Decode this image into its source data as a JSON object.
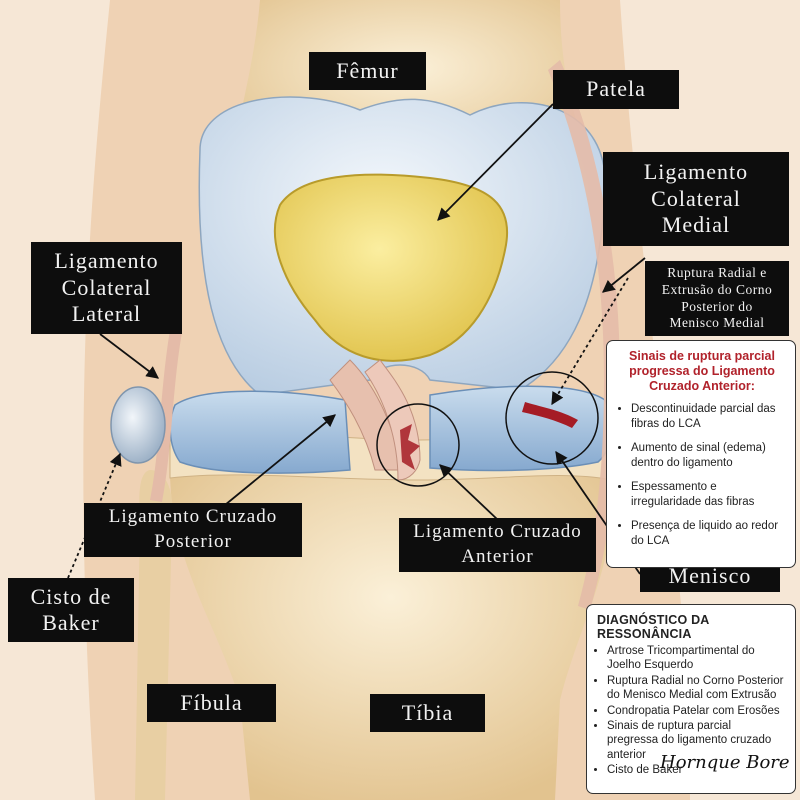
{
  "labels": {
    "femur": "Fêmur",
    "patella": "Patela",
    "mcl": "Ligamento\nColateral\nMedial",
    "lcl": "Ligamento\nColateral\nLateral",
    "tear": "Ruptura Radial e\nExtrusão do Corno\nPosterior do\nMenisco Medial",
    "pcl": "Ligamento Cruzado\nPosterior",
    "acl": "Ligamento Cruzado\nAnterior",
    "baker": "Cisto de\nBaker",
    "meniscus": "Menisco",
    "fibula": "Fíbula",
    "tibia": "Tíbia"
  },
  "signs_panel": {
    "title": "Sinais de ruptura parcial progressa do Ligamento Cruzado Anterior:",
    "items": [
      "Descontinuidade parcial das fibras do LCA",
      "Aumento de sinal (edema) dentro do ligamento",
      "Espessamento e irregularidade das fibras",
      "Presença de liquido ao redor do LCA"
    ]
  },
  "diagnosis_panel": {
    "title": "DIAGNÓSTICO DA RESSONÂNCIA",
    "items": [
      "Artrose Tricompartimental do Joelho Esquerdo",
      "Ruptura Radial no Corno Posterior do Menisco Medial com Extrusão",
      "Condropatia Patelar com Erosões",
      "Sinais de ruptura parcial pregressa do ligamento cruzado anterior",
      "Cisto de Baker"
    ],
    "signature": "Hornque Bore"
  },
  "colors": {
    "bone": "#f0dcb4",
    "cartilage": "#d9e6f2",
    "patella": "#f1dc6a",
    "meniscus": "#a9c6e0",
    "ligament": "#eac3b5",
    "tear": "#a51c25",
    "label_bg": "#0d0d0d"
  }
}
